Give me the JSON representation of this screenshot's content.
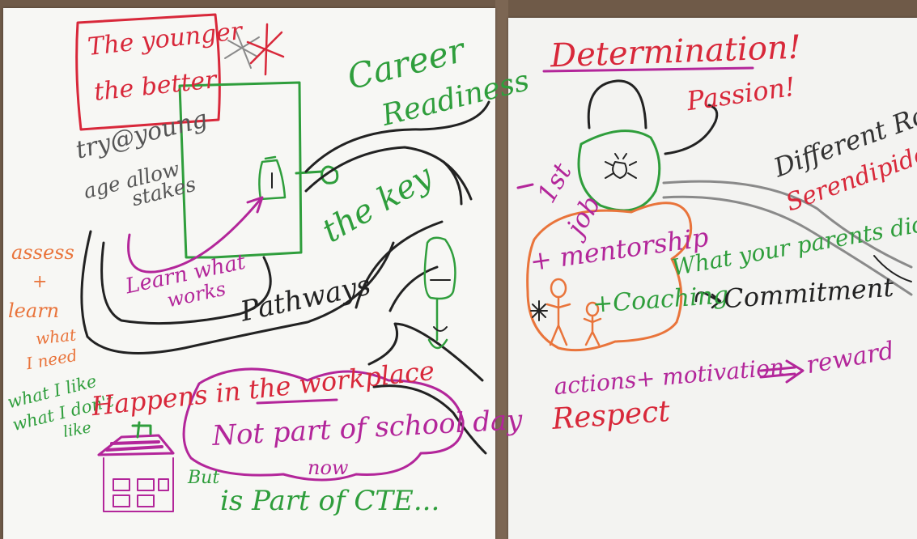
{
  "left_sheet": {
    "boxed_title": [
      "The younger",
      "the better"
    ],
    "try": [
      "try@young",
      "age allow",
      "stakes"
    ],
    "career": [
      "Career",
      "Readiness"
    ],
    "key": "the key",
    "assess": [
      "assess",
      "+",
      "learn",
      "what",
      "I need",
      "what I like",
      "what I don't",
      "like"
    ],
    "learn_what": [
      "Learn what",
      "works"
    ],
    "pathways": "Pathways",
    "happens": "Happens in the workplace",
    "not_part": "Not part of school day",
    "but": "But",
    "now": "now",
    "part": "is Part of CTE..."
  },
  "right_sheet": {
    "determination": "Determination!",
    "passion": "Passion!",
    "different": "Different Routs",
    "serendipidous": "Serendipidous",
    "first_job": [
      "1st",
      "job"
    ],
    "mentorship": "+ mentorship",
    "parents": "What your parents did",
    "coaching": "+Coaching",
    "commitment": "Commitment",
    "actions": "actions+ motivation",
    "reward": "reward",
    "respect": "Respect"
  },
  "colors": {
    "green": "#2f9e3c",
    "red": "#d8283a",
    "magenta": "#b3269a",
    "orange": "#e9743b",
    "black": "#222222",
    "grey": "#8a8a8a"
  }
}
